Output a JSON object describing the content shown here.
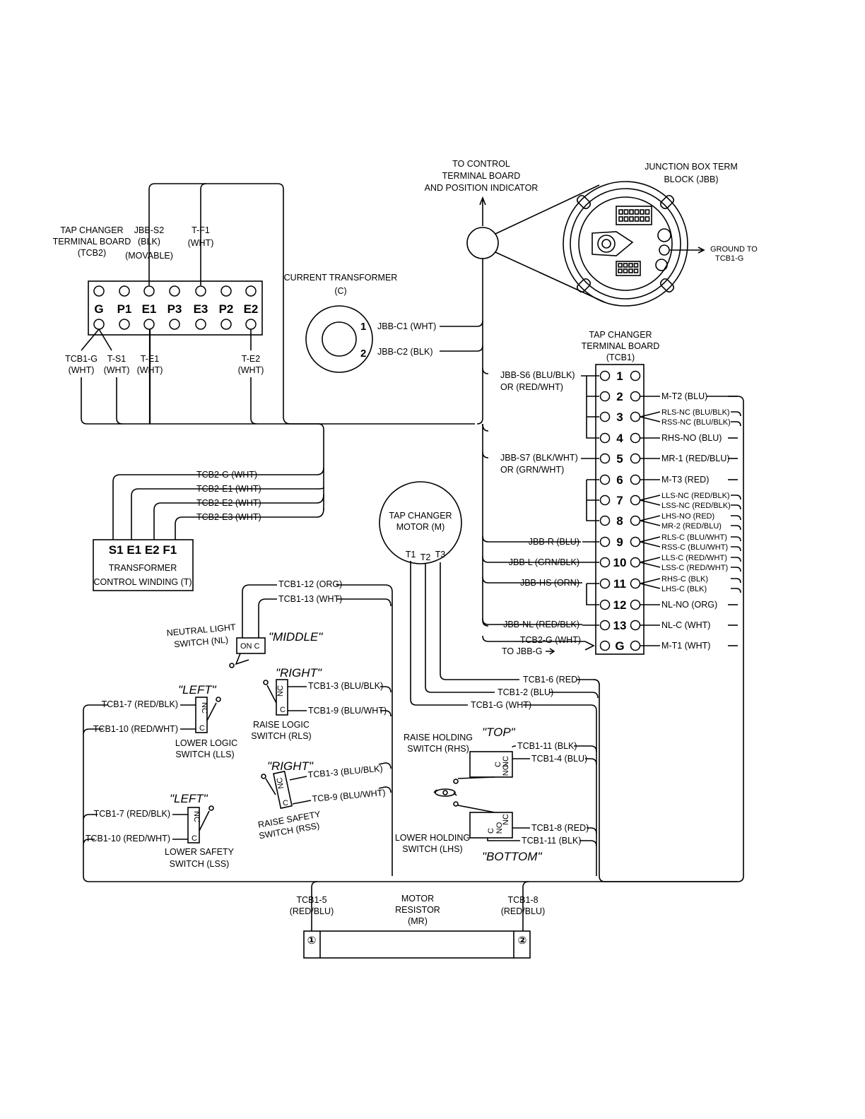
{
  "tcb2": {
    "title_lines": [
      "TAP CHANGER",
      "TERMINAL BOARD",
      "(TCB2)"
    ],
    "terminals": [
      "G",
      "P1",
      "E1",
      "P3",
      "E3",
      "P2",
      "E2"
    ],
    "top_labels": [
      {
        "lines": [
          "JBB-S2",
          "(BLK)",
          "(MOVABLE)"
        ]
      },
      {
        "lines": [
          "T-F1",
          "(WHT)"
        ]
      }
    ],
    "bottom_labels": [
      {
        "lines": [
          "TCB1-G",
          "(WHT)"
        ]
      },
      {
        "lines": [
          "T-S1",
          "(WHT)"
        ]
      },
      {
        "lines": [
          "T-E1",
          "(WHT)"
        ]
      },
      {
        "lines": [
          "T-E2",
          "(WHT)"
        ]
      }
    ]
  },
  "current_transformer": {
    "title_lines": [
      "CURRENT TRANSFORMER",
      "(C)"
    ],
    "leads": [
      "1",
      "2"
    ],
    "lead_labels": [
      "JBB-C1 (WHT)",
      "JBB-C2 (BLK)"
    ]
  },
  "control_board": {
    "label_lines": [
      "TO CONTROL",
      "TERMINAL BOARD",
      "AND POSITION INDICATOR"
    ]
  },
  "jbb": {
    "title_lines": [
      "JUNCTION BOX TERM",
      "BLOCK (JBB)"
    ],
    "ground_lines": [
      "GROUND TO",
      "TCB1-G"
    ]
  },
  "tcb1": {
    "title_lines": [
      "TAP CHANGER",
      "TERMINAL BOARD",
      "(TCB1)"
    ],
    "terminals": [
      "1",
      "2",
      "3",
      "4",
      "5",
      "6",
      "7",
      "8",
      "9",
      "10",
      "11",
      "12",
      "13",
      "G"
    ],
    "left_labels": [
      {
        "lines": [
          "JBB-S6 (BLU/BLK)",
          "OR (RED/WHT)"
        ]
      },
      {
        "lines": [
          "JBB-S7 (BLK/WHT)",
          "OR (GRN/WHT)"
        ]
      },
      {
        "lines": [
          "JBB-R (BLU)"
        ]
      },
      {
        "lines": [
          "JBB-L (GRN/BLK)"
        ]
      },
      {
        "lines": [
          "JBB-HS (ORN)"
        ]
      },
      {
        "lines": [
          "JBB-NL (RED/BLK)"
        ]
      },
      {
        "lines": [
          "TCB2-G (WHT)",
          "TO JBB-G"
        ]
      }
    ],
    "right_labels": [
      [
        "M-T2 (BLU)"
      ],
      [
        "RLS-NC (BLU/BLK)",
        "RSS-NC (BLU/BLK)"
      ],
      [
        "RHS-NO (BLU)"
      ],
      [
        "MR-1 (RED/BLU)"
      ],
      [
        "M-T3 (RED)"
      ],
      [
        "LLS-NC (RED/BLK)",
        "LSS-NC (RED/BLK)"
      ],
      [
        "LHS-NO (RED)",
        "MR-2 (RED/BLU)"
      ],
      [
        "RLS-C (BLU/WHT)",
        "RSS-C (BLU/WHT)"
      ],
      [
        "LLS-C (RED/WHT)",
        "LSS-C (RED/WHT)"
      ],
      [
        "RHS-C (BLK)",
        "LHS-C (BLK)"
      ],
      [
        "NL-NO (ORG)"
      ],
      [
        "NL-C (WHT)"
      ],
      [
        "M-T1 (WHT)"
      ]
    ]
  },
  "transformer": {
    "terminals": "S1 E1 E2 F1",
    "title_lines": [
      "TRANSFORMER",
      "CONTROL WINDING (T)"
    ],
    "lead_labels": [
      "TCB2-G (WHT)",
      "TCB2-E1 (WHT)",
      "TCB2-E2 (WHT)",
      "TCB2-E3 (WHT)"
    ]
  },
  "motor": {
    "title_lines": [
      "TAP CHANGER",
      "MOTOR (M)"
    ],
    "terminals": [
      "T1",
      "T2",
      "T3"
    ],
    "lead_labels": [
      "TCB1-6 (RED)",
      "TCB1-2 (BLU)",
      "TCB1-G (WHT)"
    ]
  },
  "neutral_switch": {
    "title_lines": [
      "NEUTRAL LIGHT",
      "SWITCH (NL)"
    ],
    "position": "\"MIDDLE\"",
    "contacts": "ON   C",
    "lead_labels": [
      "TCB1-12 (ORG)",
      "TCB1-13 (WHT)"
    ]
  },
  "raise_logic": {
    "title_lines": [
      "RAISE LOGIC",
      "SWITCH (RLS)"
    ],
    "position": "\"RIGHT\"",
    "lead_labels": [
      "TCB1-3 (BLU/BLK)",
      "TCB1-9 (BLU/WHT)"
    ]
  },
  "lower_logic": {
    "title_lines": [
      "LOWER LOGIC",
      "SWITCH (LLS)"
    ],
    "position": "\"LEFT\"",
    "lead_labels": [
      "TCB1-7 (RED/BLK)",
      "TCB1-10 (RED/WHT)"
    ]
  },
  "raise_safety": {
    "title_lines": [
      "RAISE SAFETY",
      "SWITCH (RSS)"
    ],
    "position": "\"RIGHT\"",
    "lead_labels": [
      "TCB1-3 (BLU/BLK)",
      "TCB-9 (BLU/WHT)"
    ]
  },
  "lower_safety": {
    "title_lines": [
      "LOWER SAFETY",
      "SWITCH (LSS)"
    ],
    "position": "\"LEFT\"",
    "lead_labels": [
      "TCB1-7 (RED/BLK)",
      "TCB1-10 (RED/WHT)"
    ]
  },
  "raise_holding": {
    "title_lines": [
      "RAISE HOLDING",
      "SWITCH (RHS)"
    ],
    "position": "\"TOP\"",
    "lead_labels": [
      "TCB1-11 (BLK)",
      "TCB1-4 (BLU)"
    ]
  },
  "lower_holding": {
    "title_lines": [
      "LOWER HOLDING",
      "SWITCH (LHS)"
    ],
    "position": "\"BOTTOM\"",
    "lead_labels": [
      "TCB1-8 (RED)",
      "TCB1-11 (BLK)"
    ]
  },
  "switch_contacts": {
    "nc": "NC",
    "no": "NO",
    "c": "C"
  },
  "motor_resistor": {
    "title_lines": [
      "MOTOR",
      "RESISTOR",
      "(MR)"
    ],
    "left_lines": [
      "TCB1-5",
      "(RED/BLU)"
    ],
    "right_lines": [
      "TCB1-8",
      "(RED/BLU)"
    ],
    "terminals": [
      "①",
      "②"
    ]
  }
}
